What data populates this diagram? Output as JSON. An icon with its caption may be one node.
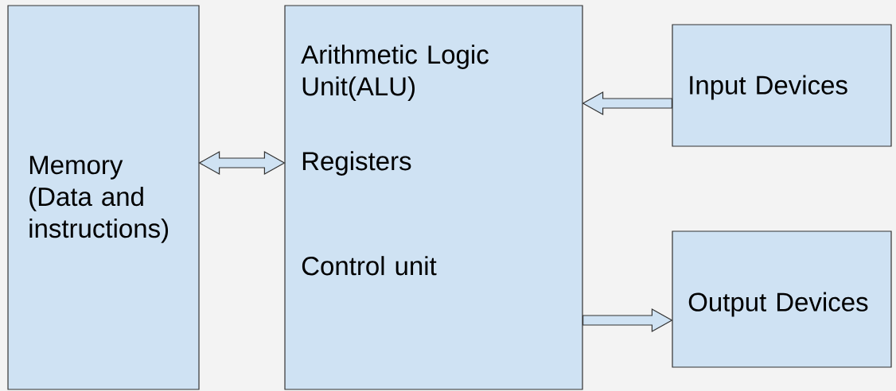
{
  "diagram": {
    "nodes": [
      {
        "text": [
          "Memory (Data and instructions)"
        ]
      },
      {
        "text": [
          "Arithmetic Logic Unit(ALU)",
          "Registers",
          "Control unit"
        ]
      },
      {
        "text": [
          "Input Devices"
        ]
      },
      {
        "text": [
          "Output Devices"
        ]
      }
    ],
    "edges": [
      {
        "from": 0,
        "to": 1,
        "arrow": "both"
      },
      {
        "from": 2,
        "to": 1,
        "arrow": "to"
      },
      {
        "from": 1,
        "to": 3,
        "arrow": "to"
      }
    ]
  }
}
